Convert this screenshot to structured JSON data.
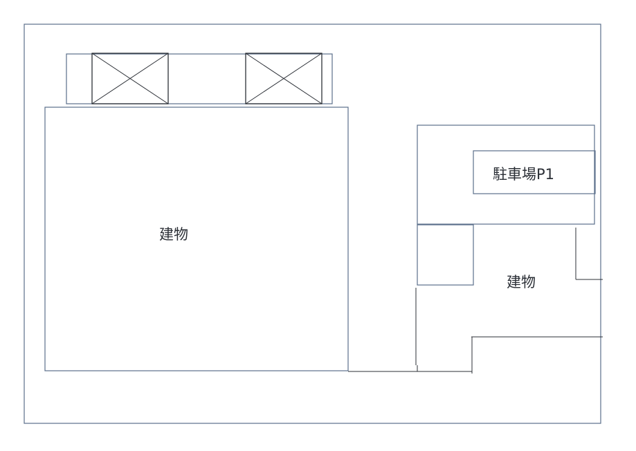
{
  "labels": {
    "main_building": "建物",
    "parking": "駐車場P1",
    "side_building": "建物"
  },
  "colors": {
    "outline": "#5a6e8a",
    "line": "#2b2f36",
    "text": "#2b2f36",
    "background": "#ffffff"
  }
}
